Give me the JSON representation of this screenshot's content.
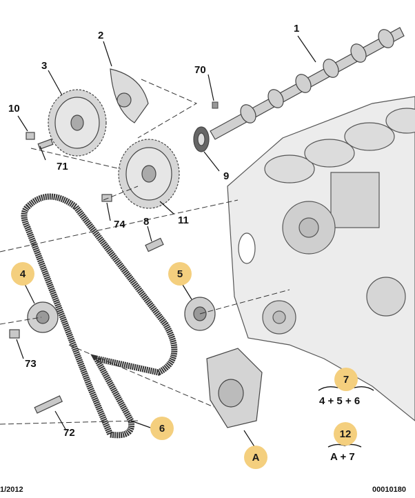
{
  "callouts": {
    "c1": "1",
    "c2": "2",
    "c3": "3",
    "c8": "8",
    "c9": "9",
    "c10": "10",
    "c11": "11",
    "c70": "70",
    "c71": "71",
    "c72": "72",
    "c73": "73",
    "c74": "74"
  },
  "badges": {
    "b4": "4",
    "b5": "5",
    "b6": "6",
    "bA": "A",
    "b7": "7",
    "b12": "12"
  },
  "legend": {
    "group7": {
      "label": "7",
      "sum": "4 + 5 + 6"
    },
    "group12": {
      "label": "12",
      "sum": "A + 7"
    }
  },
  "footer": {
    "left": "1/2012",
    "right": "00010180"
  },
  "colors": {
    "badge": "#f4cf7e",
    "line": "#222222",
    "part_fill": "#d9d9d9",
    "block_fill": "#ececec"
  }
}
